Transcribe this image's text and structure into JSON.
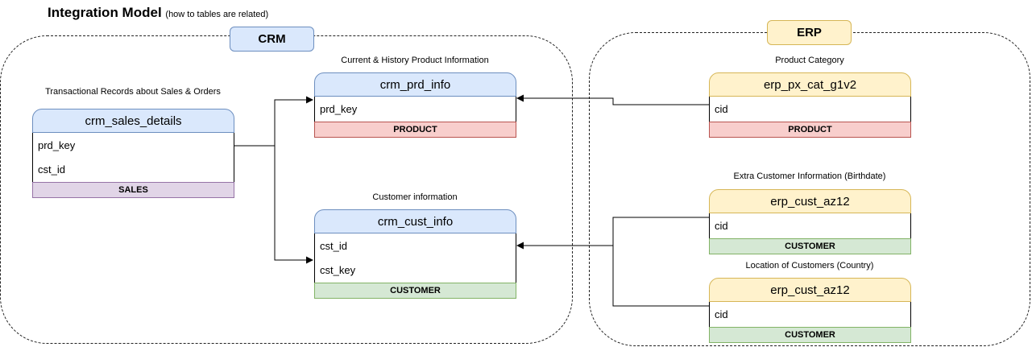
{
  "diagram": {
    "title": "Integration Model",
    "subtitle": "(how to tables are related)"
  },
  "groups": {
    "crm": {
      "label": "CRM"
    },
    "erp": {
      "label": "ERP"
    }
  },
  "captions": {
    "sales": "Transactional Records about Sales & Orders",
    "prd": "Current & History Product Information",
    "cust": "Customer information",
    "px_cat": "Product Category",
    "cust_az12": "Extra Customer Information (Birthdate)",
    "loc": "Location of Customers (Country)"
  },
  "tables": {
    "sales": {
      "name": "crm_sales_details",
      "fields": [
        "prd_key",
        "cst_id"
      ],
      "tag": "SALES"
    },
    "prd": {
      "name": "crm_prd_info",
      "fields": [
        "prd_key"
      ],
      "tag": "PRODUCT"
    },
    "cust": {
      "name": "crm_cust_info",
      "fields": [
        "cst_id",
        "cst_key"
      ],
      "tag": "CUSTOMER"
    },
    "px_cat": {
      "name": "erp_px_cat_g1v2",
      "fields": [
        "cid"
      ],
      "tag": "PRODUCT"
    },
    "cust_az12": {
      "name": "erp_cust_az12",
      "fields": [
        "cid"
      ],
      "tag": "CUSTOMER"
    },
    "loc": {
      "name": "erp_cust_az12",
      "fields": [
        "cid"
      ],
      "tag": "CUSTOMER"
    }
  },
  "colors": {
    "crm_header": "#dae8fc",
    "erp_header": "#fff2cc",
    "product_tag": "#f8cecc",
    "customer_tag": "#d5e8d4",
    "sales_tag": "#e1d5e7"
  }
}
